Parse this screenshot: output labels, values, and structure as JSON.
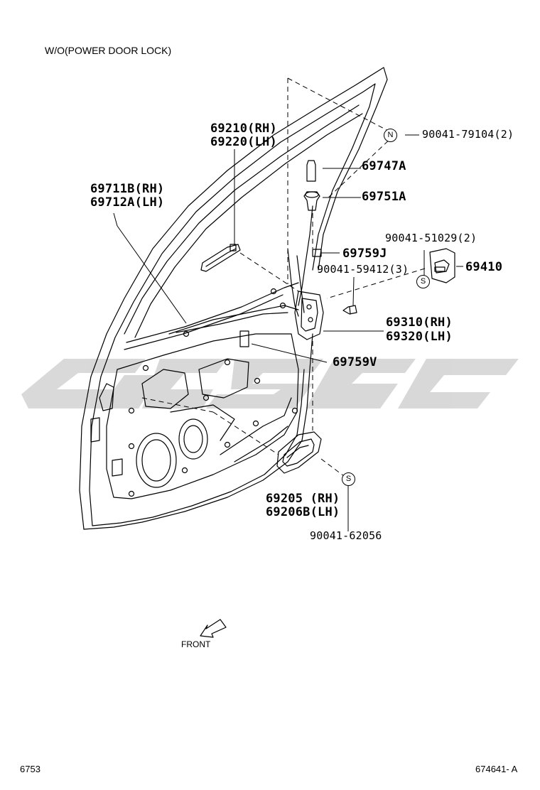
{
  "header": {
    "title": "W/O(POWER DOOR LOCK)"
  },
  "footer": {
    "left_code": "6753",
    "right_code": "674641- A"
  },
  "front_label": "FRONT",
  "watermark_text": "",
  "symbols": {
    "n": "N",
    "s": "S"
  },
  "parts": {
    "p_69210_rh": "69210(RH)",
    "p_69220_lh": "69220(LH)",
    "p_69711b_rh": "69711B(RH)",
    "p_69712a_lh": "69712A(LH)",
    "p_90041_79104": "90041-79104(2)",
    "p_69747a": "69747A",
    "p_69751a": "69751A",
    "p_90041_51029": "90041-51029(2)",
    "p_69759j": "69759J",
    "p_90041_59412": "90041-59412(3)",
    "p_69410": "69410",
    "p_69310_rh": "69310(RH)",
    "p_69320_lh": "69320(LH)",
    "p_69759v": "69759V",
    "p_69205_rh": "69205 (RH)",
    "p_69206b_lh": "69206B(LH)",
    "p_90041_62056": "90041-62056"
  },
  "colors": {
    "line": "#000000",
    "watermark": "#d2d2d2",
    "background": "#ffffff"
  }
}
